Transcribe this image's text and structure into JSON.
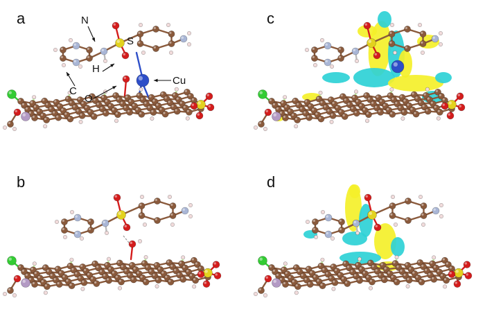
{
  "panels": [
    {
      "letter": "a"
    },
    {
      "letter": "b"
    },
    {
      "letter": "c"
    },
    {
      "letter": "d"
    }
  ],
  "atom_labels": {
    "nitrogen": "N",
    "sulfur": "S",
    "hydrogen": "H",
    "carbon": "C",
    "oxygen": "O",
    "copper": "Cu"
  },
  "colors": {
    "carbon": "#8a5a3c",
    "hydrogen": "#f2dcdc",
    "nitrogen": "#a9b6d6",
    "oxygen": "#d41c1c",
    "sulfur": "#e3d21e",
    "copper": "#2d4ec8",
    "chlorine": "#33cc33",
    "phosphorus": "#b39ac4",
    "charge_gain": "#f4f02a",
    "charge_loss": "#2ed1d6"
  }
}
